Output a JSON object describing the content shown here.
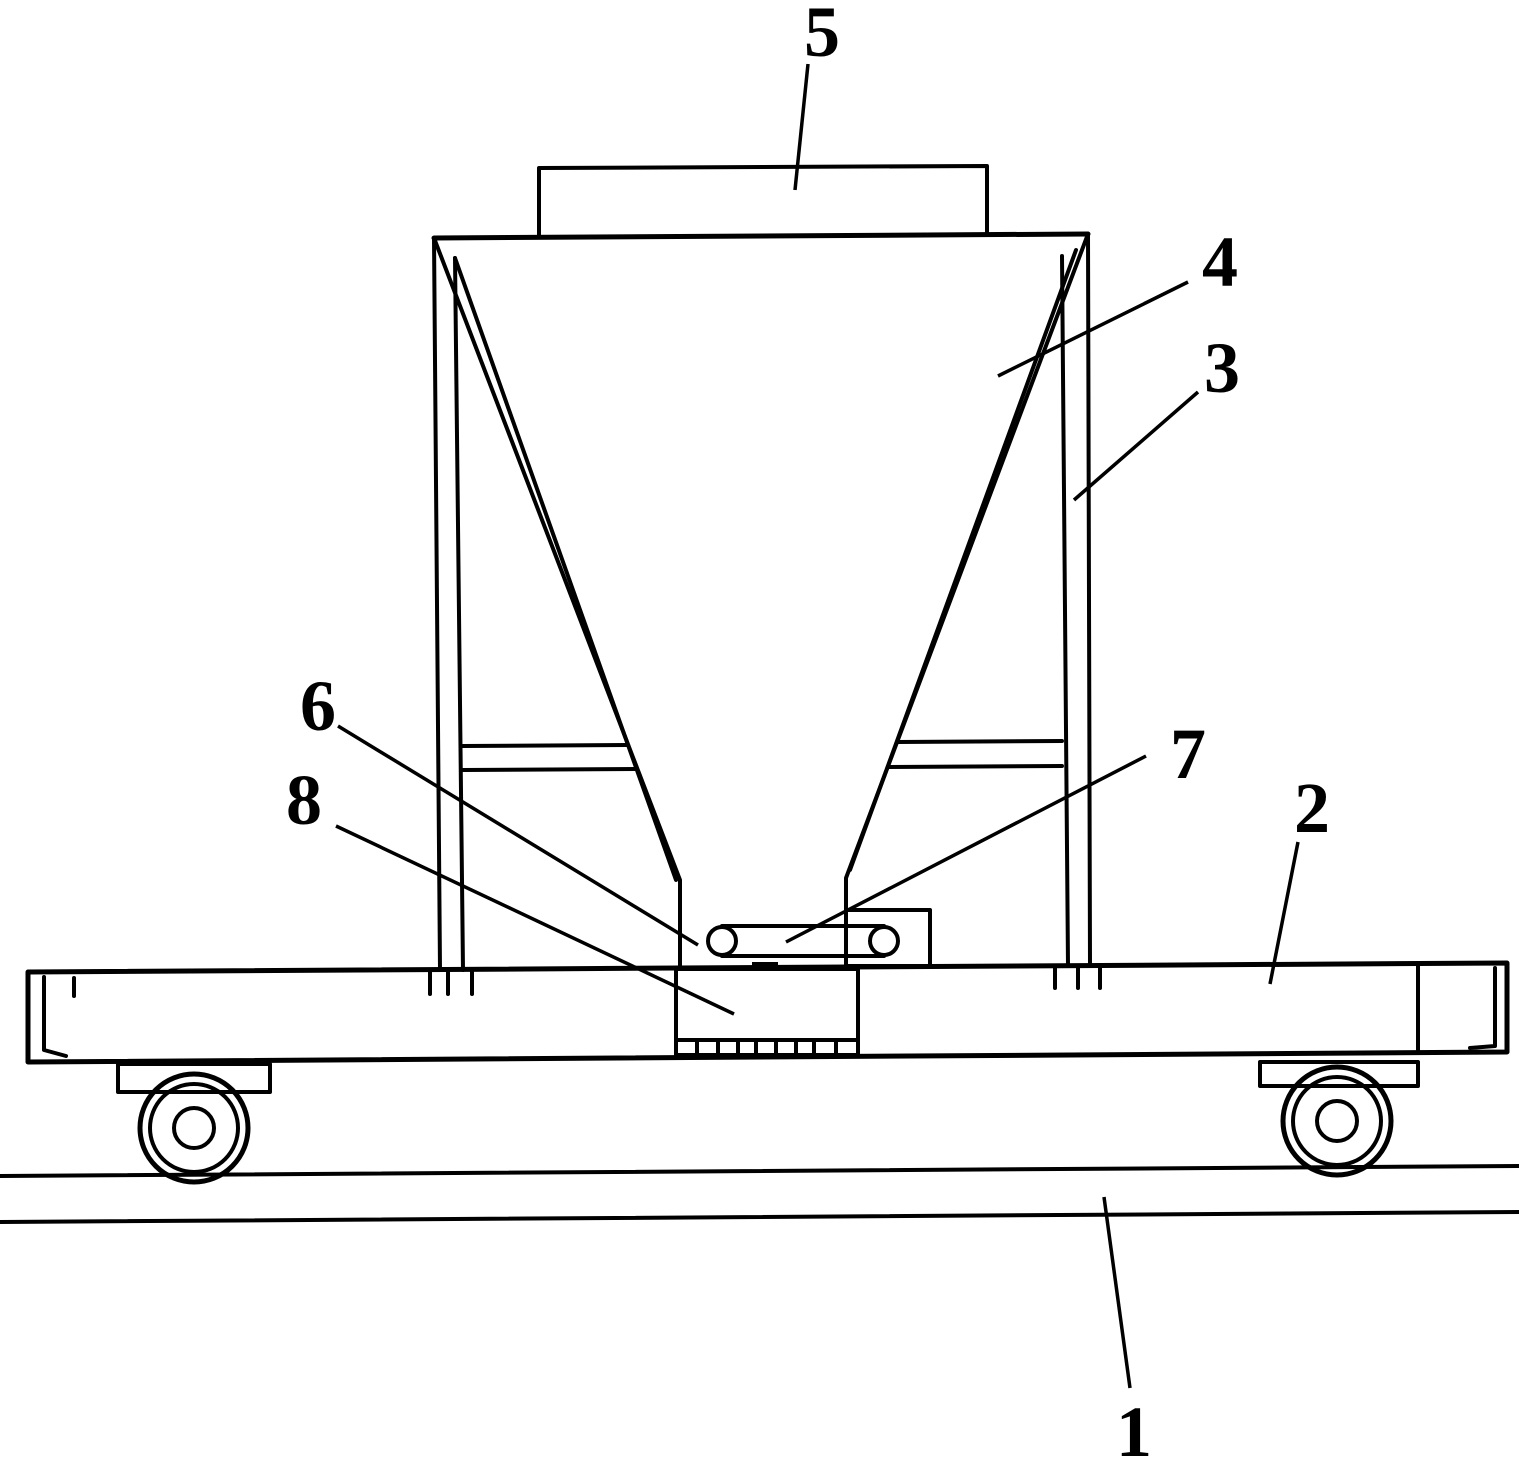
{
  "labels": {
    "rail": "1",
    "cart": "2",
    "frame": "3",
    "hopper": "4",
    "top_box": "5",
    "belt_conveyor": "6",
    "belt_bracket": "7",
    "discharge_chute": "8"
  },
  "colors": {
    "line": "#000000",
    "background": "#ffffff"
  }
}
